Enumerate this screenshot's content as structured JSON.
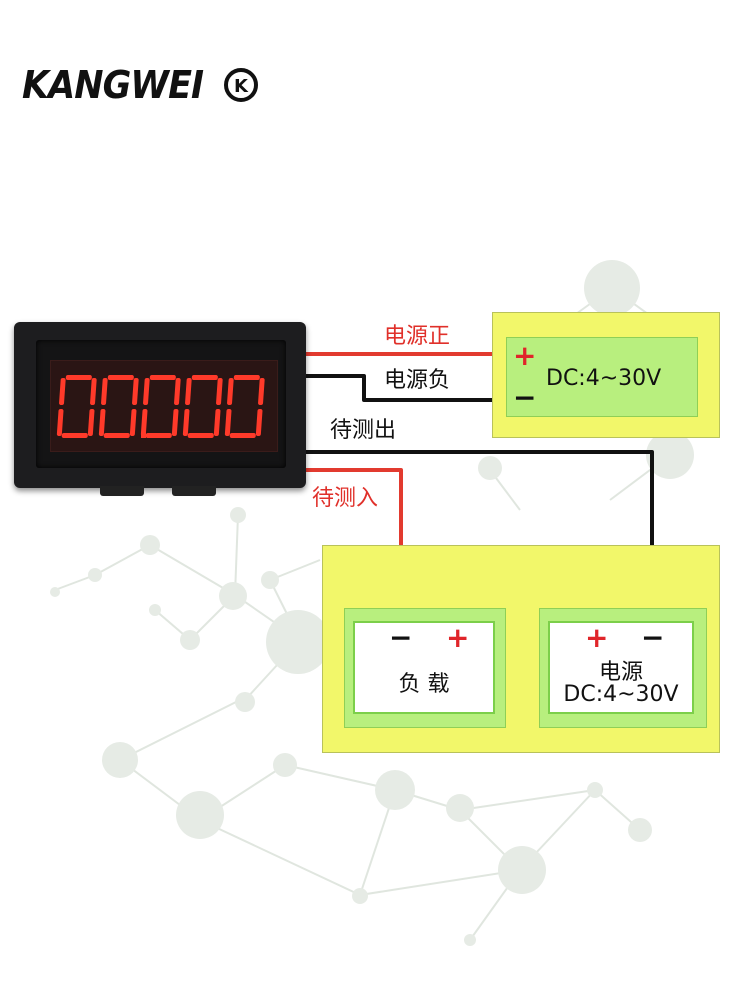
{
  "brand": {
    "logo_text": "KANGWEI",
    "logo_mark": "K"
  },
  "meter": {
    "display": "00.000"
  },
  "wires": {
    "supply_positive": "电源正",
    "supply_negative": "电源负",
    "measure_out": "待测出",
    "measure_in": "待测入"
  },
  "meter_supply": {
    "plus": "+",
    "minus": "−",
    "label": "DC:4~30V"
  },
  "load": {
    "minus": "−",
    "plus": "+",
    "label": "负 载"
  },
  "power": {
    "plus": "+",
    "minus": "−",
    "label": "电源",
    "spec": "DC:4~30V"
  },
  "colors": {
    "wire_red": "#e23a2f",
    "wire_black": "#111111",
    "panel_yellow": "#f2f76a",
    "panel_green": "#b8ef7e",
    "digit_red": "#ff3a2a"
  }
}
